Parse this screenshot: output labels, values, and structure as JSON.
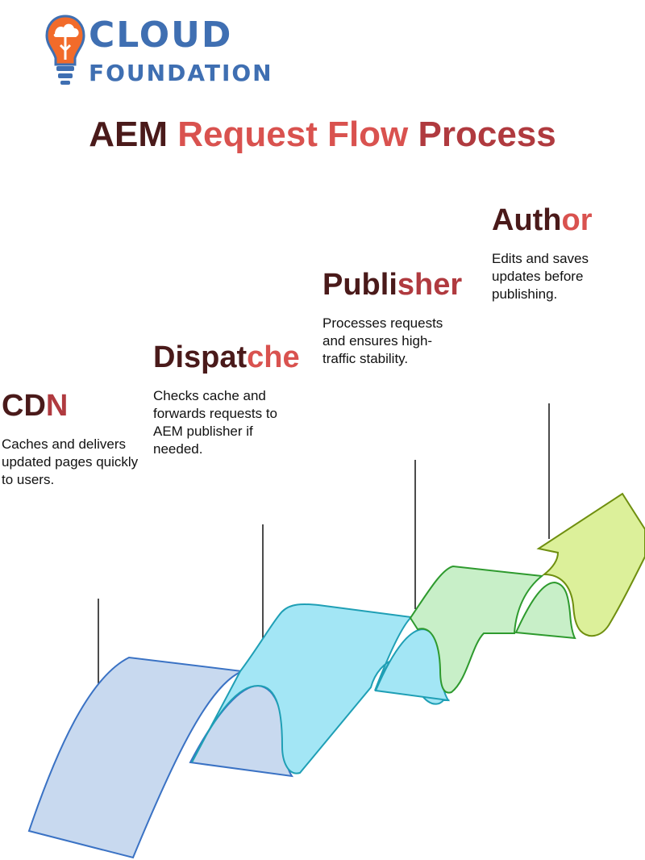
{
  "logo": {
    "line1": "CLOUD",
    "line2": "FOUNDATION"
  },
  "title": {
    "part1": "AEM ",
    "part2": "Request Flow ",
    "part3": "Process"
  },
  "steps": [
    {
      "title_a": "CD",
      "title_b": "N",
      "desc": "Caches and delivers updated pages quickly to users."
    },
    {
      "title_a": "Dispat",
      "title_b": "che",
      "desc": "Checks cache and forwards requests to AEM publisher if needed."
    },
    {
      "title_a": "Publi",
      "title_b": "sher",
      "desc": "Processes requests and ensures high-traffic stability."
    },
    {
      "title_a": "Auth",
      "title_b": "or",
      "desc": "Edits and saves updates before publishing."
    }
  ],
  "colors": {
    "logo_blue": "#3f6fb2",
    "logo_orange": "#f26b2a",
    "title_dark": "#4a1a1a",
    "title_red": "#d9524f",
    "title_crimson": "#b03a3f",
    "step1_fill": "#c8d9ef",
    "step2_fill": "#a3e6f5",
    "step3_fill": "#c8efc8",
    "step4_fill": "#dcf09a"
  },
  "icons": {
    "logo": "lightbulb-cloud-icon"
  }
}
